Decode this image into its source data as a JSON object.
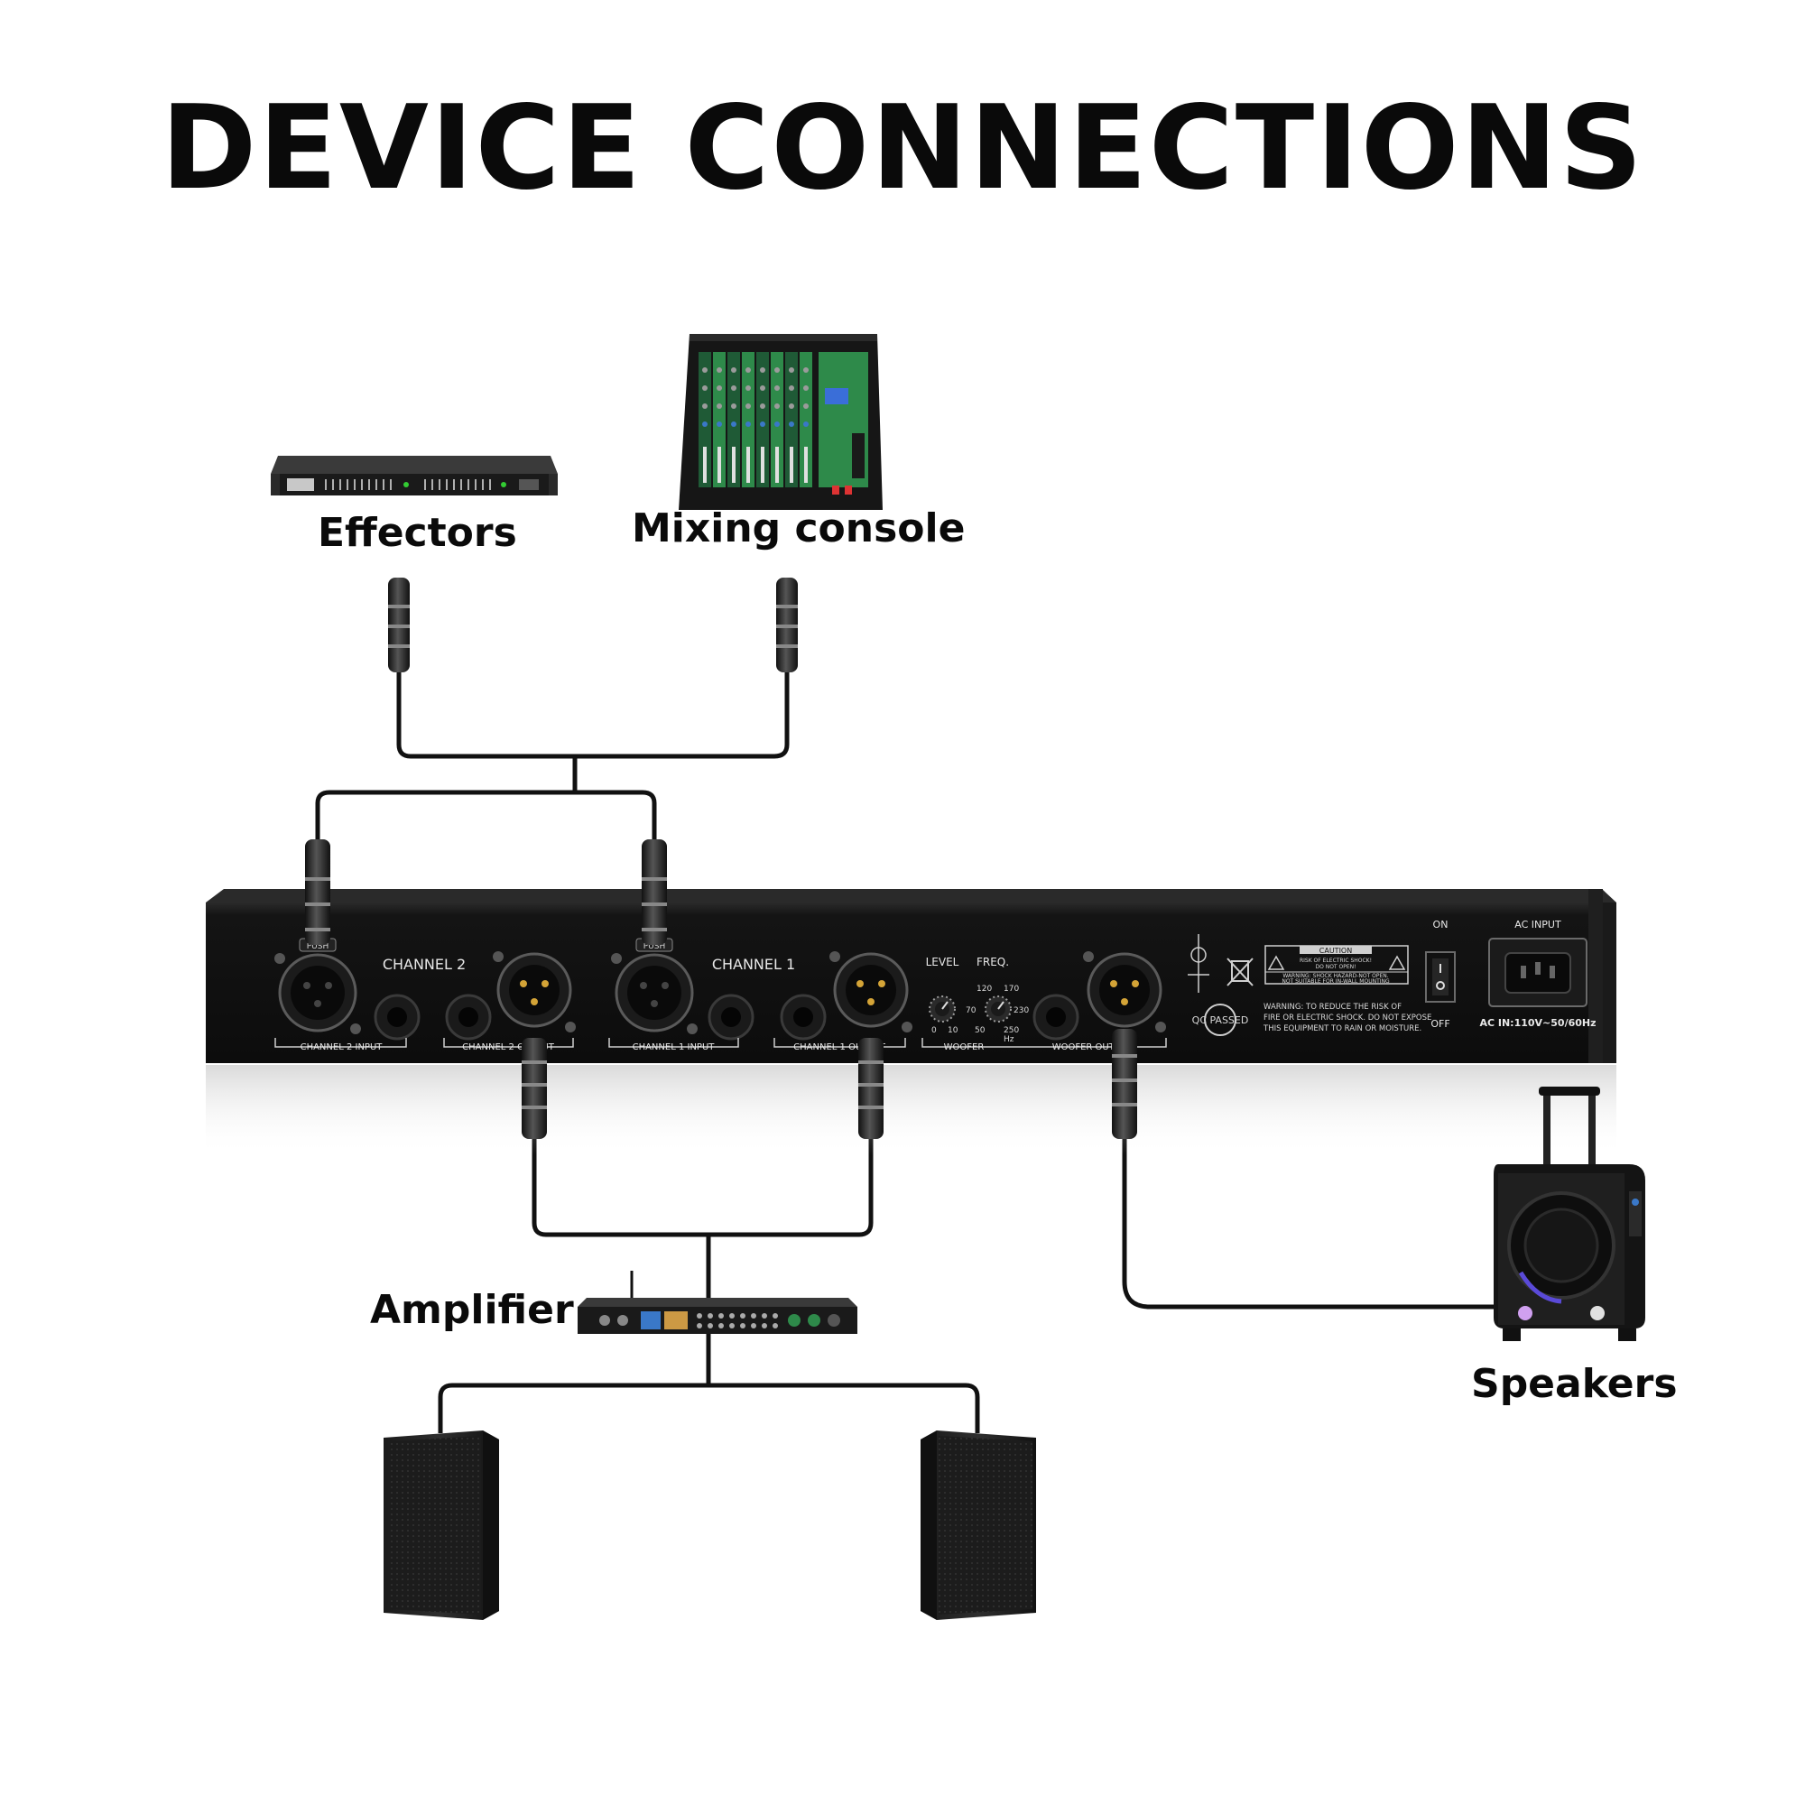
{
  "title": "DEVICE CONNECTIONS",
  "devices": {
    "effectors": "Effectors",
    "mixing_console": "Mixing console",
    "amplifier": "Amplifier",
    "speakers": "Speakers"
  },
  "panel": {
    "channel2": "CHANNEL 2",
    "channel1": "CHANNEL 1",
    "channel2_input": "CHANNEL 2 INPUT",
    "channel2_output": "CHANNEL 2 OUTPUT",
    "channel1_input": "CHANNEL 1 INPUT",
    "channel1_output": "CHANNEL 1 OUTPUT",
    "level": "LEVEL",
    "freq": "FREQ.",
    "level_min": "0",
    "level_max": "10",
    "freq_120": "120",
    "freq_170": "170",
    "freq_70": "70",
    "freq_230": "230",
    "freq_50": "50",
    "freq_250": "250",
    "hz": "Hz",
    "woofer": "WOOFER",
    "woofer_output": "WOOFER OUTPUT",
    "push": "PUSH",
    "caution": "CAUTION",
    "caution_line1": "RISK OF ELECTRIC SHOCK!",
    "caution_line2": "DO NOT OPEN!",
    "caution_line3": "WARNING: SHOCK HAZARD-NOT OPEN.",
    "caution_line4": "NOT SUITABLE FOR IN-WALL MOUNTING",
    "warning_line1": "WARNING: TO REDUCE THE RISK OF",
    "warning_line2": "FIRE OR ELECTRIC SHOCK. DO NOT EXPOSE",
    "warning_line3": "THIS EQUIPMENT TO RAIN OR MOISTURE.",
    "on": "ON",
    "off": "OFF",
    "ac_input": "AC INPUT",
    "ac_rating": "AC IN:110V~50/60Hz",
    "qc": "QC PASSED"
  },
  "colors": {
    "text": "#0a0a0a",
    "cable": "#111111",
    "panel": "#141414",
    "console_green": "#2e8a4a"
  }
}
